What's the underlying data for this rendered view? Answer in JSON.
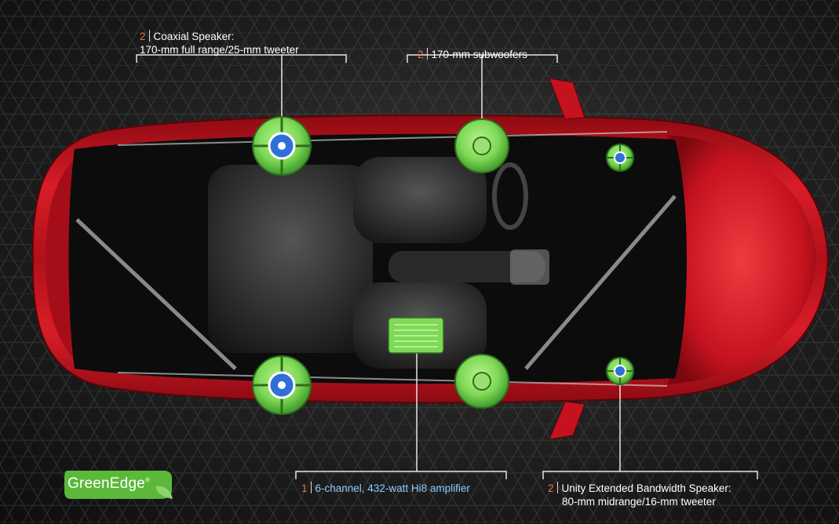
{
  "callouts": {
    "coaxial": {
      "count": "2",
      "line1": "Coaxial Speaker:",
      "line2": "170-mm full range/25-mm tweeter"
    },
    "subwoofers": {
      "count": "2",
      "label": "170-mm subwoofers"
    },
    "amplifier": {
      "count": "1",
      "label": "6-channel, 432-watt Hi8 amplifier"
    },
    "unity": {
      "count": "2",
      "line1": "Unity Extended Bandwidth Speaker:",
      "line2": "80-mm midrange/16-mm tweeter"
    }
  },
  "logo": {
    "text": "GreenEdge",
    "mark": "®"
  },
  "colors": {
    "car_body": "#c4121e",
    "speaker_green": "#7ed957",
    "speaker_blue": "#2e6fd8",
    "callout_number": "#e8743b",
    "amp_text": "#8ecbff",
    "logo_green": "#5cb83a"
  }
}
